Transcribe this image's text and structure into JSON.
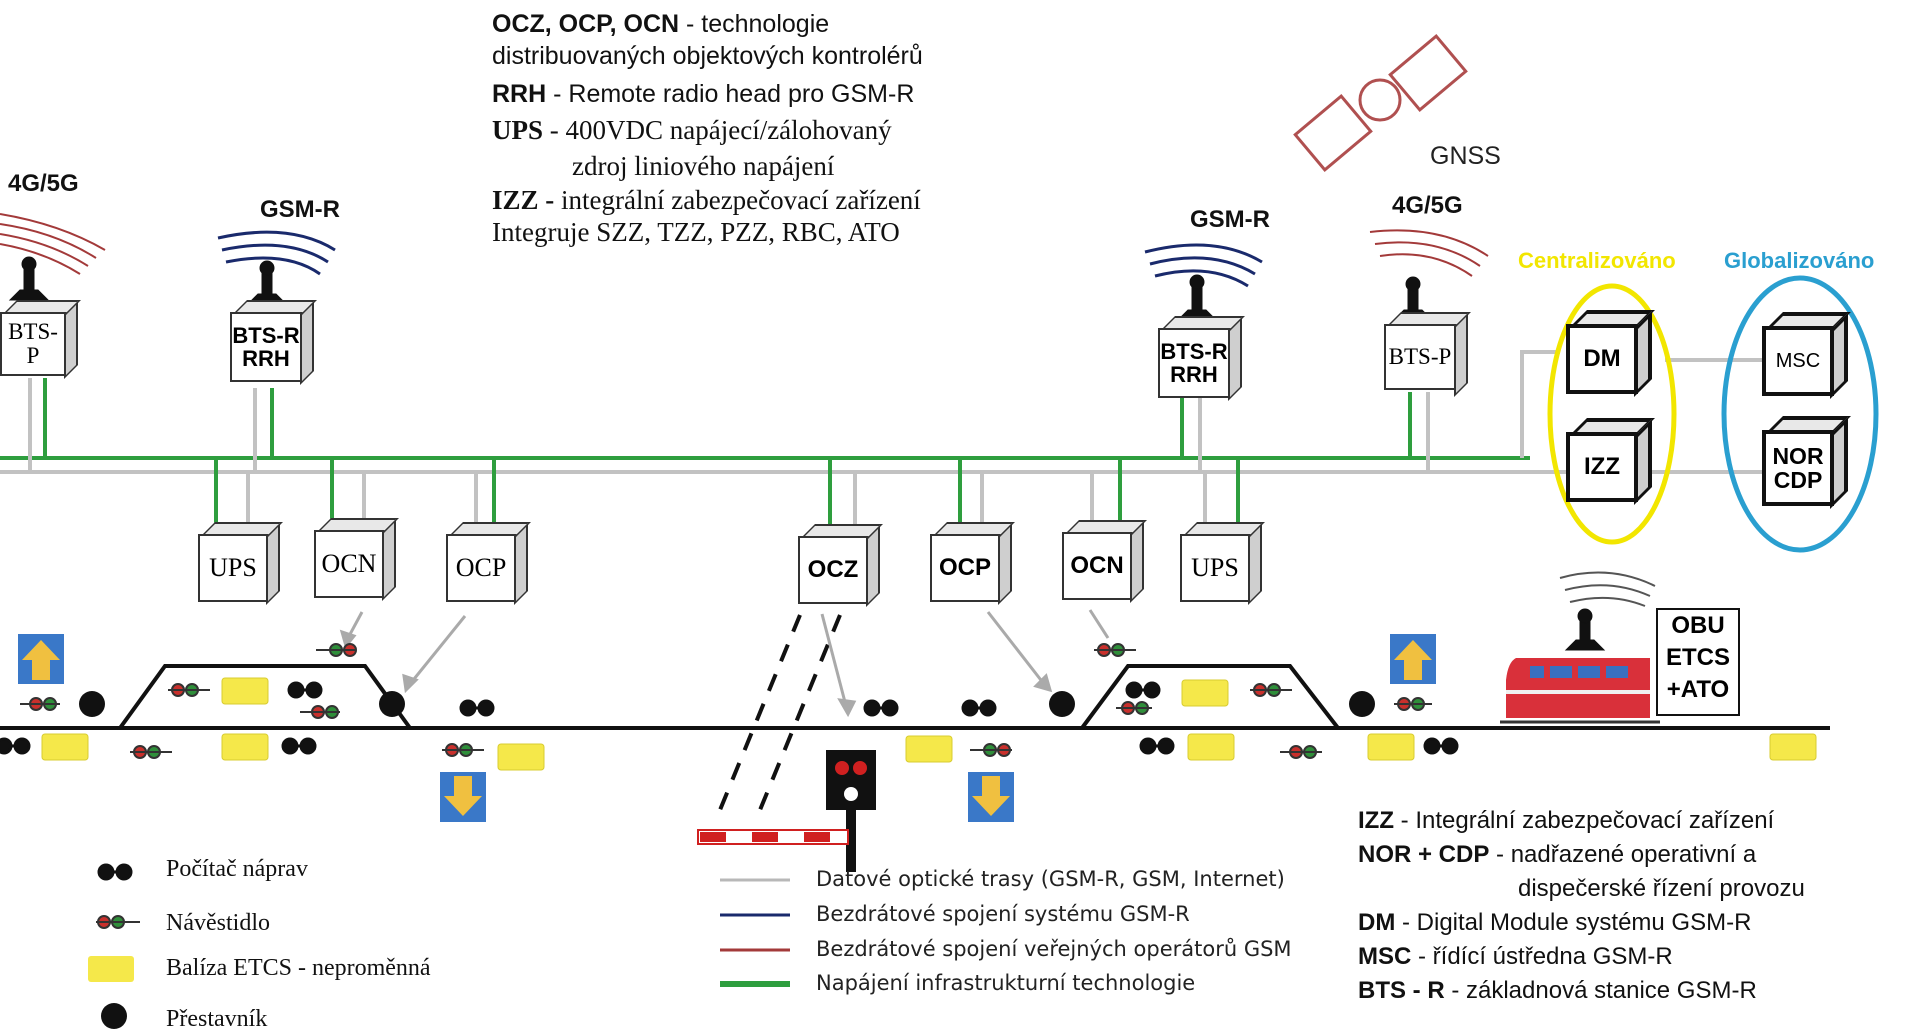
{
  "header_legend": {
    "l1_term": "OCZ, OCP, OCN",
    "l1_desc": " - technologie",
    "l2": "distribuovaných objektových kontrolérů",
    "l3_term": "RRH",
    "l3_desc": " - Remote radio head pro GSM-R",
    "l4_term": "UPS",
    "l4_desc": " - 400VDC napájecí/zálohovaný",
    "l5": "zdroj liniového napájení",
    "l6_term": "IZZ -",
    "l6_desc": " integrální zabezpečovací zařízení",
    "l7": "Integruje SZZ, TZZ, PZZ, RBC, ATO"
  },
  "antenna_labels": {
    "left_4g": "4G/5G",
    "left_gsmr": "GSM-R",
    "right_gsmr": "GSM-R",
    "right_4g": "4G/5G",
    "gnss": "GNSS"
  },
  "groups": {
    "centralized": "Centralizováno",
    "globalized": "Globalizováno",
    "centralized_color": "#f2e600",
    "globalized_color": "#2a9fd0"
  },
  "boxes": {
    "bts_p_left": "BTS-P",
    "bts_r_left_1": "BTS-R",
    "bts_r_left_2": "RRH",
    "bts_r_right_1": "BTS-R",
    "bts_r_right_2": "RRH",
    "bts_p_right": "BTS-P",
    "dm": "DM",
    "izz": "IZZ",
    "msc": "MSC",
    "nor_1": "NOR",
    "nor_2": "CDP",
    "ups_left": "UPS",
    "ocn_left": "OCN",
    "ocp_left": "OCP",
    "ocz": "OCZ",
    "ocp_mid": "OCP",
    "ocn_right": "OCN",
    "ups_right": "UPS"
  },
  "train_box": {
    "l1": "OBU",
    "l2": "ETCS",
    "l3": "+ATO"
  },
  "symbol_legend": [
    {
      "label": "Počítač náprav",
      "icon": "axle-counter-icon"
    },
    {
      "label": "Návěstidlo",
      "icon": "signal-icon"
    },
    {
      "label": "Balíza ETCS - neproměnná",
      "icon": "balise-icon"
    },
    {
      "label": "Přestavník",
      "icon": "point-machine-icon"
    }
  ],
  "line_legend": [
    {
      "label": "Datové optické trasy (GSM-R, GSM, Internet)",
      "color": "#b8b8b8"
    },
    {
      "label": "Bezdrátové spojení systému GSM-R",
      "color": "#1a2a6c"
    },
    {
      "label": "Bezdrátové spojení veřejných operátorů GSM",
      "color": "#a33a3a"
    },
    {
      "label": "Napájení infrastrukturní technologie",
      "color": "#2e9e3e"
    }
  ],
  "right_legend": [
    {
      "term": "IZZ",
      "desc": " - Integrální zabezpečovací zařízení"
    },
    {
      "term": "NOR + CDP",
      "desc": " - nadřazené operativní a"
    },
    {
      "term": "",
      "desc": "dispečerské řízení provozu"
    },
    {
      "term": "DM",
      "desc": " - Digital Module systému GSM-R"
    },
    {
      "term": "MSC",
      "desc": " - řídící ústředna GSM-R"
    },
    {
      "term": "BTS - R",
      "desc": " - základnová stanice GSM-R"
    }
  ],
  "colors": {
    "power_line": "#2e9e3e",
    "data_line": "#c2c2c2",
    "gsmr_wave": "#1a2a6c",
    "gsm_wave": "#a33a3a",
    "balise": "#f5e84a",
    "signal_red": "#c9302c",
    "signal_green": "#2f8f3a",
    "train": "#d9303a",
    "arrow_box": "#3a78c8",
    "arrow": "#f0c040"
  }
}
